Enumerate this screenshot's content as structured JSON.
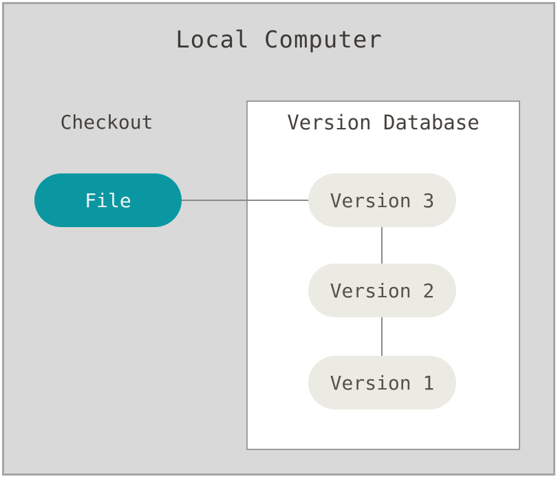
{
  "diagram": {
    "title": "Local Computer",
    "checkout_label": "Checkout",
    "file_node_label": "File",
    "version_database": {
      "title": "Version Database",
      "versions": [
        "Version 3",
        "Version 2",
        "Version 1"
      ]
    },
    "connections": [
      "File - Version 3",
      "Version 3 - Version 2",
      "Version 2 - Version 1"
    ],
    "colors": {
      "outer_background": "#d9d9d9",
      "outer_border": "#a5a5a5",
      "database_background": "#ffffff",
      "database_border": "#9c9c9c",
      "file_pill": "#0a97a2",
      "file_pill_text": "#eef5f4",
      "version_pill": "#ebebe3",
      "text": "#45413b",
      "connector_line": "#8a8a8a"
    }
  }
}
